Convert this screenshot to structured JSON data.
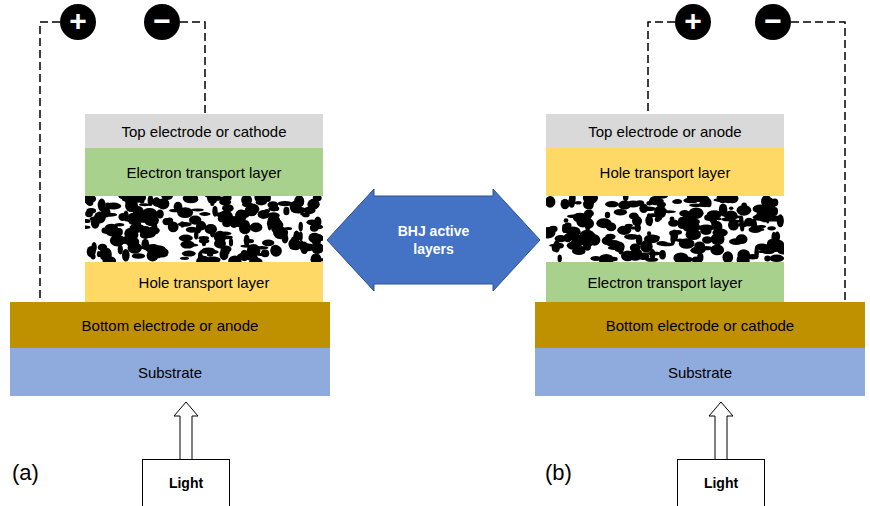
{
  "diagram": {
    "nodes": [
      {
        "text": [
          "+"
        ]
      },
      {
        "text": [
          "−"
        ]
      },
      {
        "text": [
          "Top electrode or cathode"
        ]
      },
      {
        "text": [
          "Electron transport layer"
        ]
      },
      {
        "text": [
          "Hole transport layer"
        ]
      },
      {
        "text": [
          "Bottom electrode or anode"
        ]
      },
      {
        "text": [
          "Substrate"
        ]
      },
      {
        "text": [
          "Light"
        ]
      },
      {
        "text": [
          "BHJ active layers"
        ]
      },
      {
        "text": [
          "+"
        ]
      },
      {
        "text": [
          "−"
        ]
      },
      {
        "text": [
          "Top electrode or anode"
        ]
      },
      {
        "text": [
          "Hole transport layer"
        ]
      },
      {
        "text": [
          "Electron transport layer"
        ]
      },
      {
        "text": [
          "Bottom electrode or cathode"
        ]
      },
      {
        "text": [
          "Substrate"
        ]
      },
      {
        "text": [
          "Light"
        ]
      }
    ],
    "edges": [
      {
        "from": 0,
        "to": 5,
        "arrow": "none"
      },
      {
        "from": 1,
        "to": 2,
        "arrow": "none"
      },
      {
        "from": 7,
        "to": 6,
        "arrow": "to"
      },
      {
        "from": 9,
        "to": 11,
        "arrow": "none"
      },
      {
        "from": 10,
        "to": 14,
        "arrow": "none"
      },
      {
        "from": 16,
        "to": 15,
        "arrow": "to"
      }
    ],
    "labels": [
      "(a)",
      "(b)"
    ]
  }
}
